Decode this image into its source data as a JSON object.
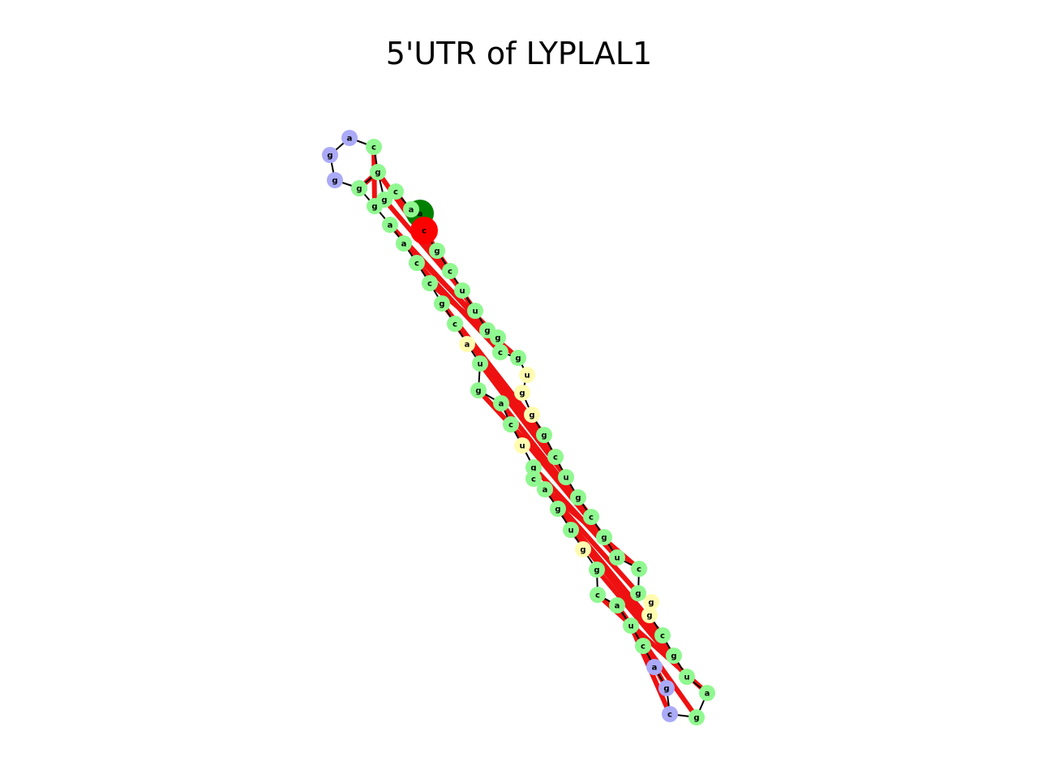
{
  "title": "5'UTR of LYPLAL1",
  "colors": {
    "stem": "#90f890",
    "hairpin_loop": "#aaaaf8",
    "interior_loop": "#fffcb0",
    "start": "#008000",
    "end": "#ff0000",
    "backbone": "#000000",
    "base_pair": "#ee1111"
  },
  "nodes": [
    {
      "base": "a",
      "type": "start"
    },
    {
      "base": "a",
      "type": "stem"
    },
    {
      "base": "c",
      "type": "stem"
    },
    {
      "base": "g",
      "type": "stem"
    },
    {
      "base": "c",
      "type": "stem"
    },
    {
      "base": "g",
      "type": "hairpin_loop"
    },
    {
      "base": "g",
      "type": "hairpin_loop"
    },
    {
      "base": "g",
      "type": "hairpin_loop"
    },
    {
      "base": "a",
      "type": "hairpin_loop"
    },
    {
      "base": "c",
      "type": "stem"
    },
    {
      "base": "g",
      "type": "stem"
    },
    {
      "base": "g",
      "type": "stem"
    },
    {
      "base": "g",
      "type": "stem"
    },
    {
      "base": "a",
      "type": "stem"
    },
    {
      "base": "a",
      "type": "stem"
    },
    {
      "base": "c",
      "type": "stem"
    },
    {
      "base": "c",
      "type": "stem"
    },
    {
      "base": "g",
      "type": "stem"
    },
    {
      "base": "c",
      "type": "stem"
    },
    {
      "base": "a",
      "type": "interior_loop"
    },
    {
      "base": "u",
      "type": "stem"
    },
    {
      "base": "g",
      "type": "stem"
    },
    {
      "base": "a",
      "type": "stem"
    },
    {
      "base": "c",
      "type": "stem"
    },
    {
      "base": "u",
      "type": "interior_loop"
    },
    {
      "base": "g",
      "type": "stem"
    },
    {
      "base": "c",
      "type": "stem"
    },
    {
      "base": "a",
      "type": "stem"
    },
    {
      "base": "g",
      "type": "stem"
    },
    {
      "base": "u",
      "type": "stem"
    },
    {
      "base": "g",
      "type": "interior_loop"
    },
    {
      "base": "g",
      "type": "stem"
    },
    {
      "base": "c",
      "type": "stem"
    },
    {
      "base": "a",
      "type": "stem"
    },
    {
      "base": "u",
      "type": "stem"
    },
    {
      "base": "c",
      "type": "stem"
    },
    {
      "base": "a",
      "type": "hairpin_loop"
    },
    {
      "base": "g",
      "type": "hairpin_loop"
    },
    {
      "base": "c",
      "type": "hairpin_loop"
    },
    {
      "base": "g",
      "type": "stem"
    },
    {
      "base": "a",
      "type": "stem"
    },
    {
      "base": "u",
      "type": "stem"
    },
    {
      "base": "g",
      "type": "stem"
    },
    {
      "base": "c",
      "type": "stem"
    },
    {
      "base": "g",
      "type": "interior_loop"
    },
    {
      "base": "g",
      "type": "interior_loop"
    },
    {
      "base": "g",
      "type": "stem"
    },
    {
      "base": "c",
      "type": "stem"
    },
    {
      "base": "u",
      "type": "stem"
    },
    {
      "base": "g",
      "type": "stem"
    },
    {
      "base": "c",
      "type": "stem"
    },
    {
      "base": "g",
      "type": "stem"
    },
    {
      "base": "u",
      "type": "stem"
    },
    {
      "base": "c",
      "type": "stem"
    },
    {
      "base": "g",
      "type": "stem"
    },
    {
      "base": "g",
      "type": "interior_loop"
    },
    {
      "base": "g",
      "type": "interior_loop"
    },
    {
      "base": "u",
      "type": "interior_loop"
    },
    {
      "base": "g",
      "type": "stem"
    },
    {
      "base": "c",
      "type": "stem"
    },
    {
      "base": "g",
      "type": "stem"
    },
    {
      "base": "g",
      "type": "stem"
    },
    {
      "base": "u",
      "type": "stem"
    },
    {
      "base": "u",
      "type": "stem"
    },
    {
      "base": "c",
      "type": "stem"
    },
    {
      "base": "g",
      "type": "stem"
    },
    {
      "base": "c",
      "type": "end"
    }
  ],
  "pairs": [
    [
      1,
      65
    ],
    [
      2,
      64
    ],
    [
      3,
      63
    ],
    [
      4,
      62
    ],
    [
      9,
      12
    ],
    [
      10,
      11
    ],
    [
      13,
      61
    ],
    [
      14,
      60
    ],
    [
      15,
      59
    ],
    [
      16,
      58
    ],
    [
      17,
      54
    ],
    [
      18,
      53
    ],
    [
      20,
      52
    ],
    [
      21,
      51
    ],
    [
      22,
      50
    ],
    [
      23,
      49
    ],
    [
      25,
      48
    ],
    [
      26,
      47
    ],
    [
      27,
      46
    ],
    [
      28,
      43
    ],
    [
      29,
      42
    ],
    [
      31,
      41
    ],
    [
      32,
      40
    ],
    [
      33,
      39
    ],
    [
      34,
      38
    ],
    [
      35,
      37
    ]
  ]
}
